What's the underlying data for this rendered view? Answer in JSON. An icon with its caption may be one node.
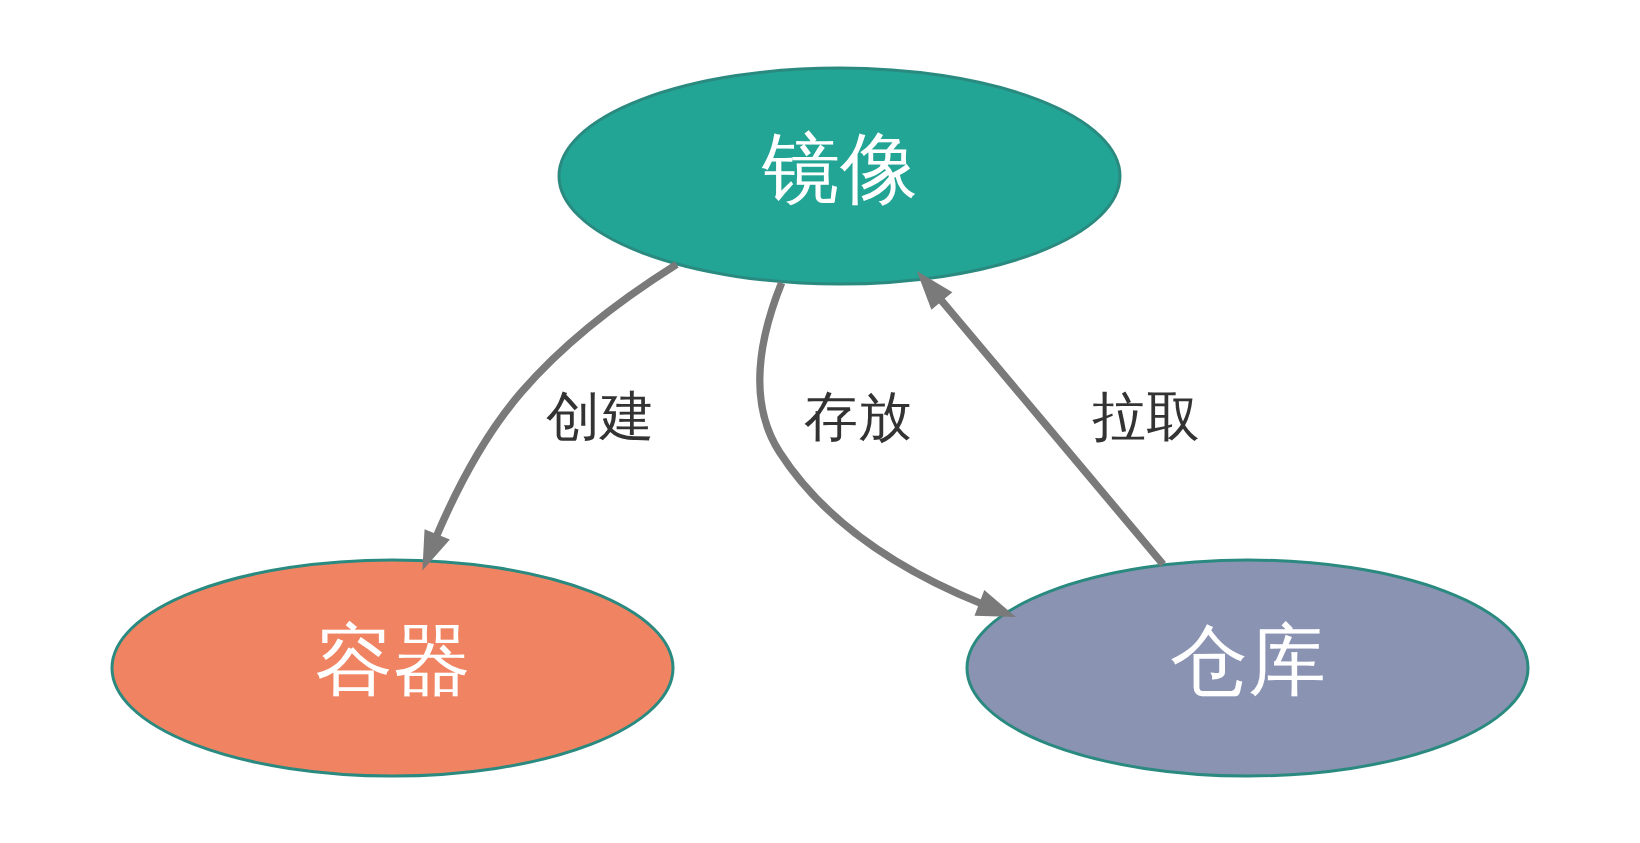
{
  "diagram": {
    "nodes": [
      {
        "text": [
          "镜像"
        ]
      },
      {
        "text": [
          "容器"
        ]
      },
      {
        "text": [
          "仓库"
        ]
      }
    ],
    "edges": [
      {
        "from": 0,
        "to": 1,
        "arrow": "to",
        "label": "创建"
      },
      {
        "from": 2,
        "to": 0,
        "arrow": "to",
        "label": "拉取"
      },
      {
        "from": 0,
        "to": 2,
        "arrow": "to",
        "label": "存放"
      }
    ]
  }
}
